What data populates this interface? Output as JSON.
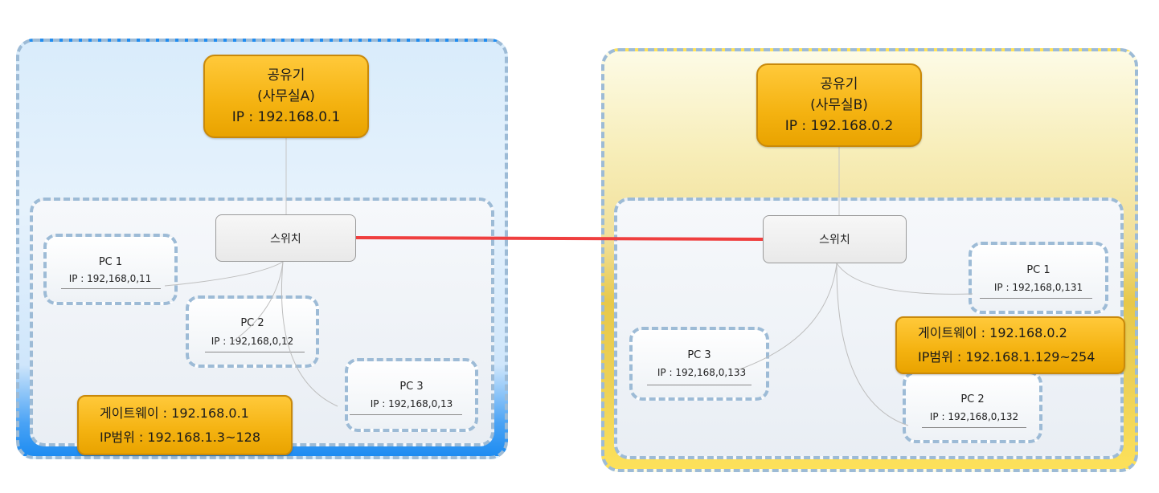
{
  "office_a": {
    "router": {
      "line1": "공유기",
      "line2": "(사무실A)",
      "line3": "IP : 192.168.0.1"
    },
    "switch_label": "스위치",
    "pcs": [
      {
        "name": "PC 1",
        "ip": "IP : 192,168,0,11"
      },
      {
        "name": "PC 2",
        "ip": "IP : 192,168,0,12"
      },
      {
        "name": "PC 3",
        "ip": "IP : 192,168,0,13"
      }
    ],
    "gateway": {
      "gateway_line": "게이트웨이 : 192.168.0.1",
      "range_line": "IP범위 : 192.168.1.3~128"
    }
  },
  "office_b": {
    "router": {
      "line1": "공유기",
      "line2": "(사무실B)",
      "line3": "IP : 192.168.0.2"
    },
    "switch_label": "스위치",
    "pcs": [
      {
        "name": "PC 1",
        "ip": "IP : 192,168,0,131"
      },
      {
        "name": "PC 2",
        "ip": "IP : 192,168,0,132"
      },
      {
        "name": "PC 3",
        "ip": "IP : 192,168,0,133"
      }
    ],
    "gateway": {
      "gateway_line": "게이트웨이 : 192.168.0.2",
      "range_line": "IP범위 : 192.168.1.129~254"
    }
  },
  "colors": {
    "link": "#ef3f3f",
    "box_fill": "#f4b210",
    "dash_border": "#9dbbd6",
    "office_a_bottom": "#1e8cf1",
    "office_b_bottom": "#fde15a"
  }
}
